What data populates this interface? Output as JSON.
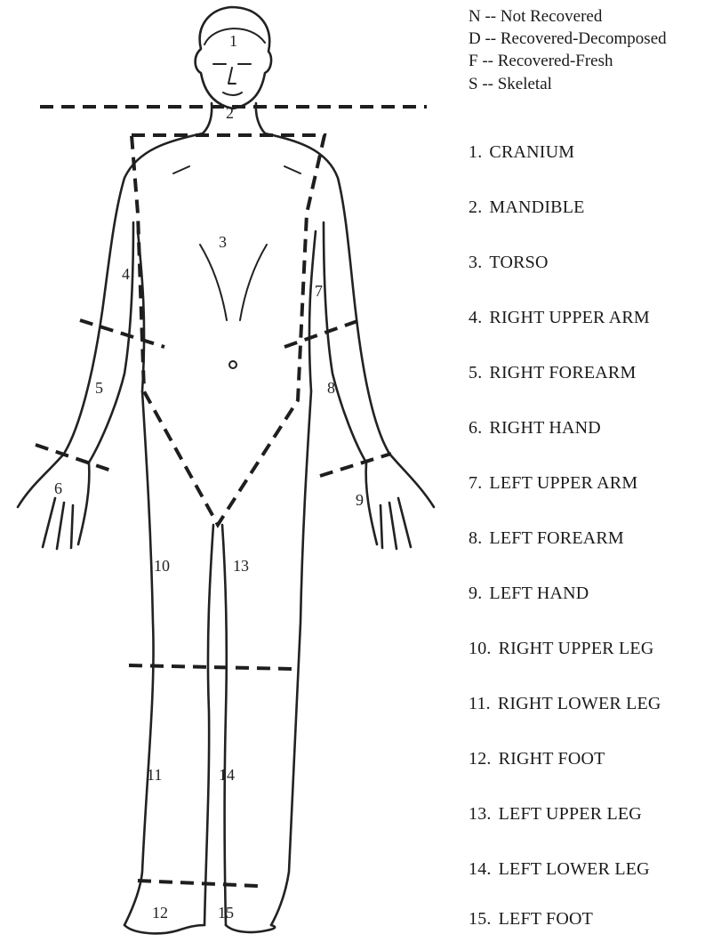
{
  "legend": [
    "N -- Not Recovered",
    "D -- Recovered-Decomposed",
    "F -- Recovered-Fresh",
    "S -- Skeletal"
  ],
  "parts": [
    {
      "num": "1.",
      "label": "CRANIUM"
    },
    {
      "num": "2.",
      "label": "MANDIBLE"
    },
    {
      "num": "3.",
      "label": "TORSO"
    },
    {
      "num": "4.",
      "label": "RIGHT UPPER ARM"
    },
    {
      "num": "5.",
      "label": "RIGHT FOREARM"
    },
    {
      "num": "6.",
      "label": "RIGHT HAND"
    },
    {
      "num": "7.",
      "label": "LEFT UPPER ARM"
    },
    {
      "num": "8.",
      "label": "LEFT FOREARM"
    },
    {
      "num": "9.",
      "label": "LEFT HAND"
    },
    {
      "num": "10.",
      "label": "RIGHT UPPER LEG"
    },
    {
      "num": "11.",
      "label": "RIGHT LOWER LEG"
    },
    {
      "num": "12.",
      "label": "RIGHT FOOT"
    },
    {
      "num": "13.",
      "label": "LEFT UPPER LEG"
    },
    {
      "num": "14.",
      "label": "LEFT LOWER LEG"
    },
    {
      "num": "15.",
      "label": "LEFT FOOT"
    }
  ],
  "region_numbers": [
    "1",
    "2",
    "3",
    "4",
    "5",
    "6",
    "7",
    "8",
    "9",
    "10",
    "11",
    "12",
    "13",
    "14",
    "15"
  ]
}
